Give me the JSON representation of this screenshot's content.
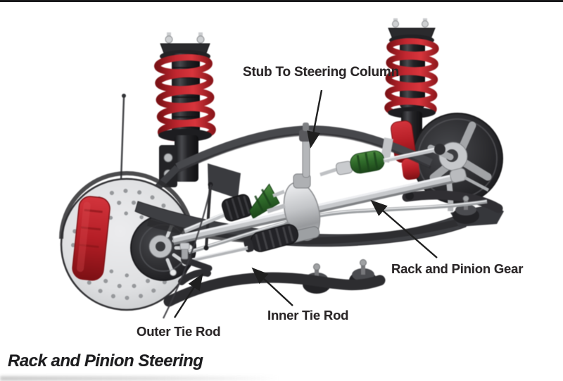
{
  "diagram": {
    "title": "Rack and Pinion Steering",
    "callouts": [
      {
        "id": "stub-to-steering-column",
        "label": "Stub To Steering Column"
      },
      {
        "id": "rack-and-pinion-gear",
        "label": "Rack and Pinion Gear"
      },
      {
        "id": "inner-tie-rod",
        "label": "Inner Tie Rod"
      },
      {
        "id": "outer-tie-rod",
        "label": "Outer Tie Rod"
      }
    ],
    "colors": {
      "background": "#ffffff",
      "edge_bar": "#1a1a1c",
      "label_text": "#2a2627",
      "title_text": "#1d1d1f",
      "arrow": "#1f1f1f",
      "spring_red": "#b3202a",
      "caliper_red": "#bf242d",
      "cv_boot_green": "#2f6a2a",
      "chrome": "#c7c9cc",
      "frame_gray": "#46474b",
      "dark_metal": "#232326"
    }
  }
}
